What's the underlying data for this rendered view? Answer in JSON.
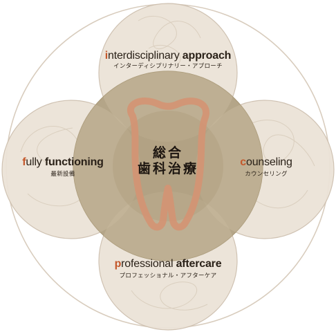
{
  "center": {
    "line1": "総合",
    "line2": "歯科治療"
  },
  "nodes": {
    "top": {
      "initial": "i",
      "rest1": "nterdisciplinary ",
      "bold": "approach",
      "ja": "インターディシプリナリー・アプローチ"
    },
    "left": {
      "initial": "f",
      "rest1": "ully ",
      "bold": "functioning",
      "ja": "最新設備"
    },
    "right": {
      "initial": "c",
      "rest1": "ounseling",
      "bold": "",
      "ja": "カウンセリング"
    },
    "bottom": {
      "initial": "p",
      "rest1": "rofessional ",
      "bold": "aftercare",
      "ja": "プロフェッショナル・アフターケア"
    }
  },
  "colors": {
    "accent": "#c4582b",
    "outer_ring": "#d8ccbd",
    "petal_fill": "#ece3d8",
    "petal_edge": "#cdbfae",
    "center_fill": "#b4a588",
    "tooth": "#d49373"
  },
  "icons": {
    "center": "tooth-icon",
    "ornament": "calligraphic-flourish"
  }
}
